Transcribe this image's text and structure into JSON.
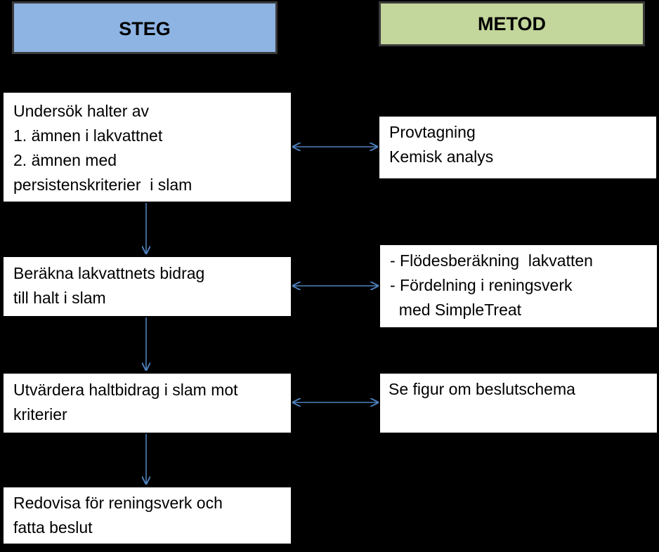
{
  "headers": {
    "steg": "STEG",
    "metod": "METOD"
  },
  "steps": [
    {
      "lines": [
        "Undersök halter av",
        "1. ämnen i lakvattnet",
        "2. ämnen med",
        "persistenskriterier  i slam"
      ]
    },
    {
      "lines": [
        "Beräkna lakvattnets bidrag",
        "till halt i slam"
      ]
    },
    {
      "lines": [
        "Utvärdera haltbidrag i slam mot",
        "kriterier"
      ]
    },
    {
      "lines": [
        "Redovisa för reningsverk och",
        "fatta beslut"
      ]
    }
  ],
  "methods": [
    {
      "lines": [
        "Provtagning",
        "Kemisk analys"
      ]
    },
    {
      "lines": [
        "- Flödesberäkning  lakvatten",
        "- Fördelning i reningsverk",
        "  med SimpleTreat"
      ]
    },
    {
      "lines": [
        "Se figur om beslutschema"
      ]
    }
  ],
  "colors": {
    "background": "#000000",
    "steg_header": "#8eb4e3",
    "metod_header": "#c3d69b",
    "arrow": "#4f81bd"
  }
}
